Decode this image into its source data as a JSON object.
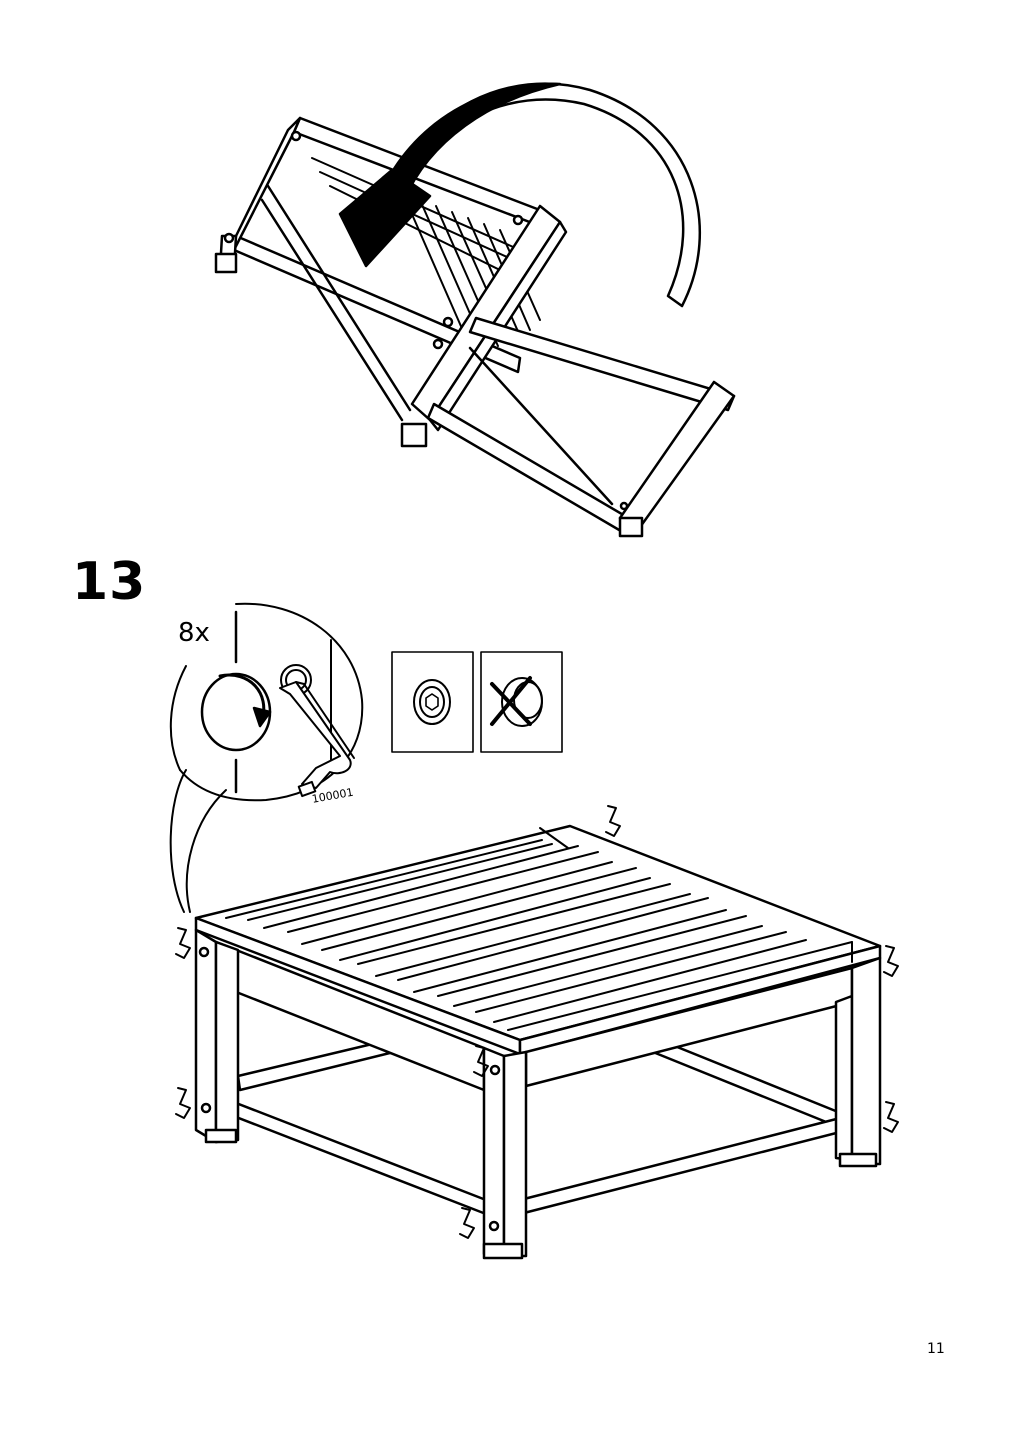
{
  "page": {
    "step_number": "13",
    "page_number": "11"
  },
  "step": {
    "quantity_label": "8x",
    "tool_part_number": "100001",
    "callouts": {
      "correct_icon": "check-flush-bolt-icon",
      "incorrect_icon": "cross-protruding-bolt-icon"
    }
  },
  "colors": {
    "line": "#000000",
    "background": "#ffffff"
  }
}
